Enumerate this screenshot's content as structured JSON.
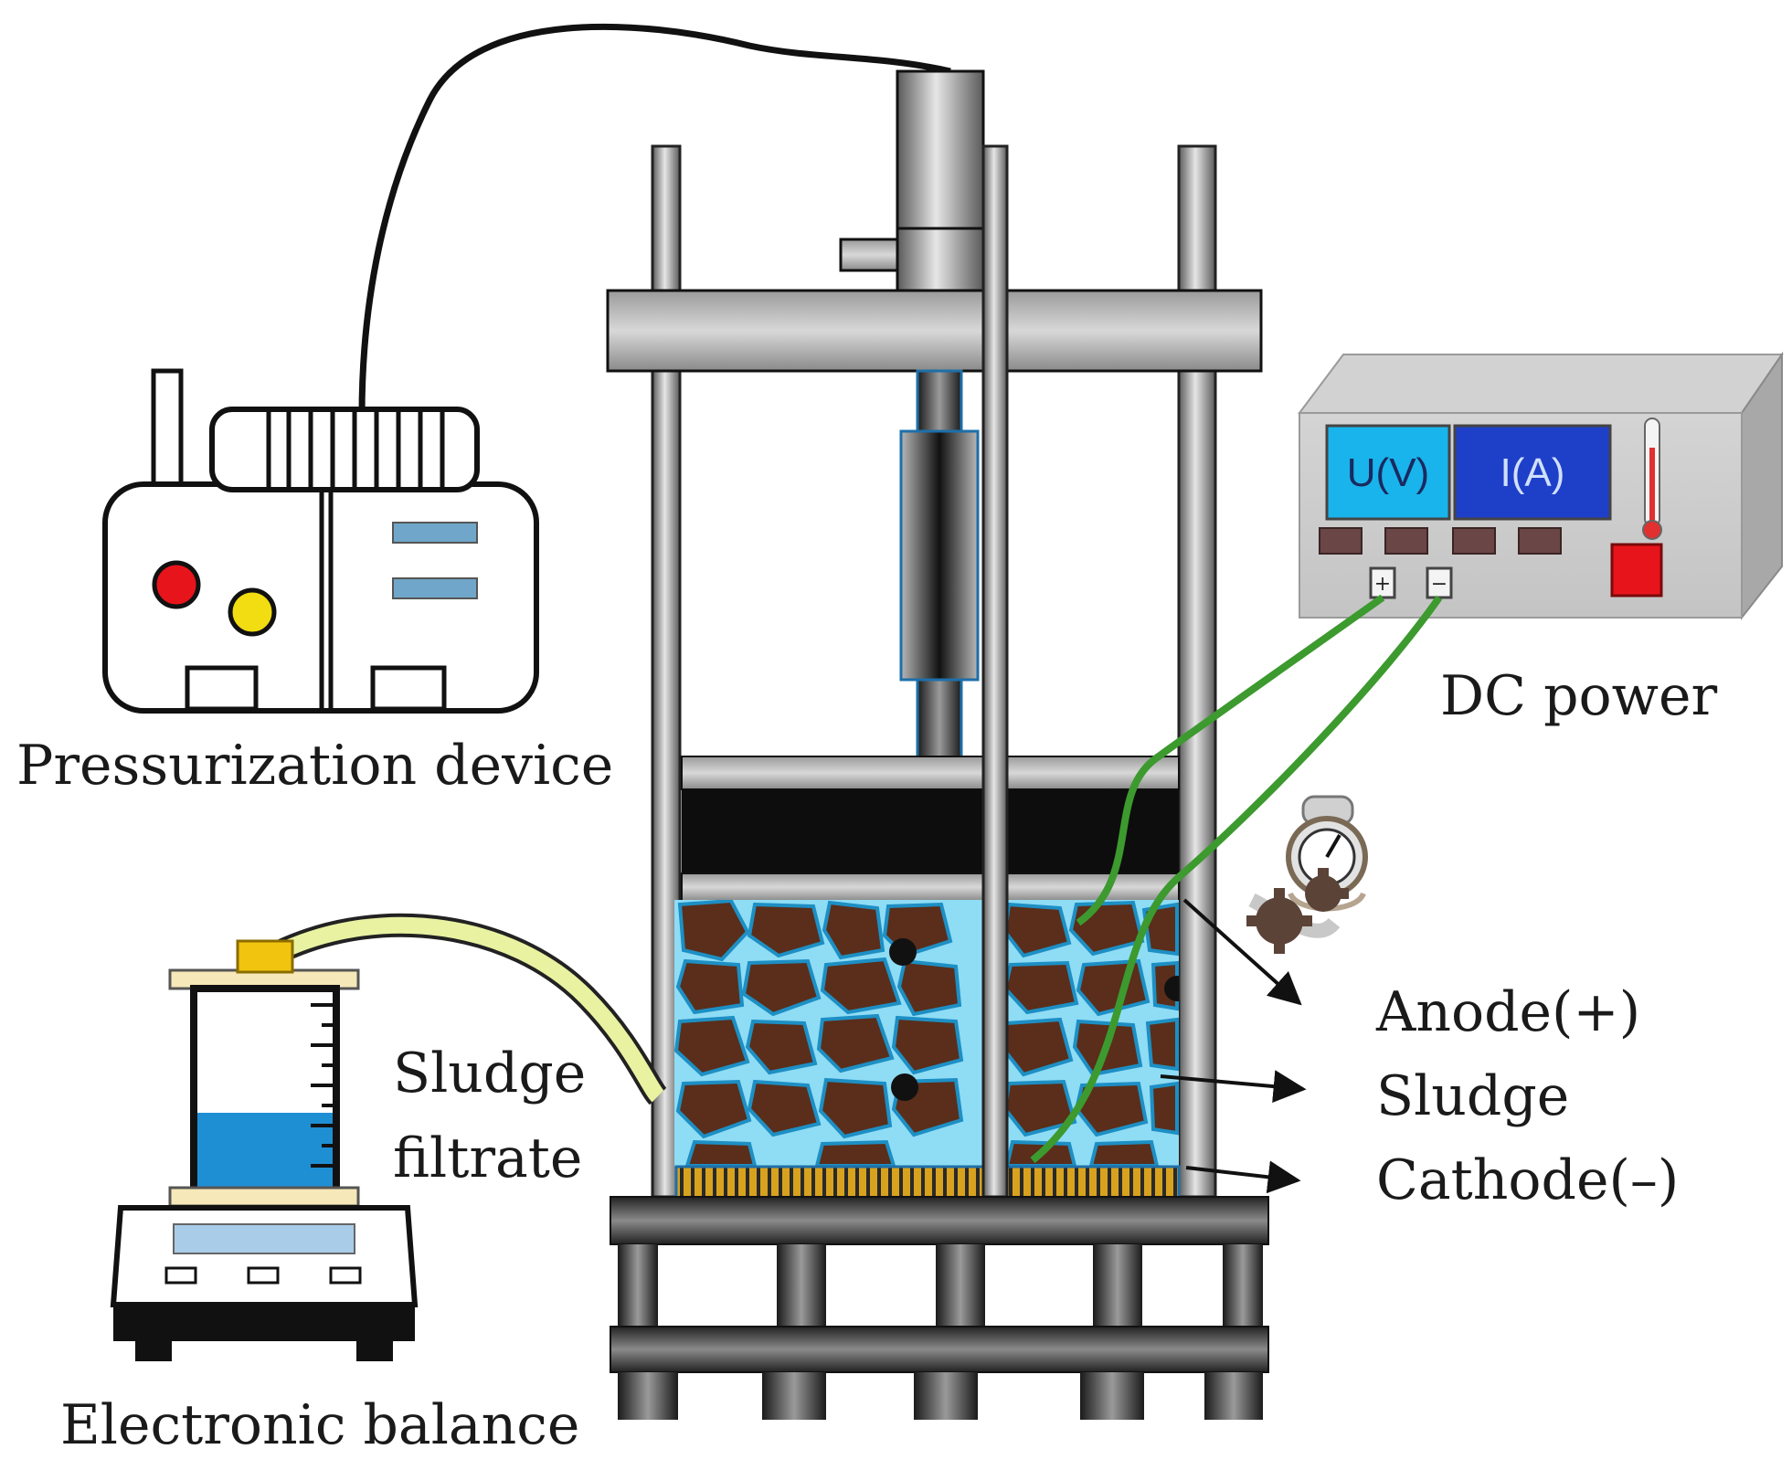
{
  "labels": {
    "pressurization_device": "Pressurization device",
    "dc_power": "DC power",
    "sludge_filtrate_line1": "Sludge",
    "sludge_filtrate_line2": "filtrate",
    "electronic_balance": "Electronic balance",
    "anode": "Anode(+)",
    "sludge": "Sludge",
    "cathode": "Cathode(–)"
  },
  "dc_power": {
    "voltage_display": "U(V)",
    "current_display": "I(A)",
    "terminal_plus": "+",
    "terminal_minus": "−"
  },
  "colors": {
    "voltage_screen": "#19b4ec",
    "current_screen": "#1e3fc8",
    "sludge_flakes": "#5a2e1a",
    "pore_water": "#8fdcf5",
    "electrode_wire": "#3c9a2e",
    "filtrate_tube": "#e8f2a0",
    "filtrate_liquid": "#1f8fd4",
    "cathode_mesh": "#d8a21e",
    "red_indicator": "#e8141c",
    "yellow_indicator": "#f2dc12"
  }
}
